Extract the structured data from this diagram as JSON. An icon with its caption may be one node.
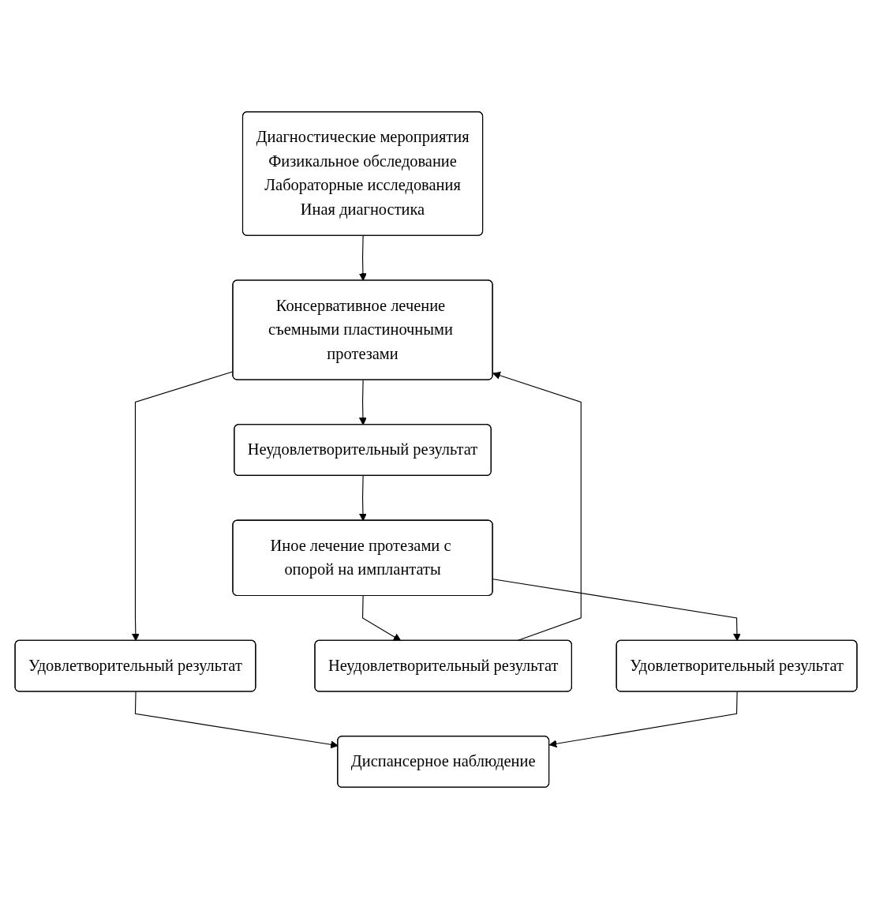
{
  "diagram": {
    "nodes": [
      {
        "text": [
          "Диагностические мероприятия",
          "Физикальное обследование",
          "Лабораторные исследования",
          "Иная диагностика"
        ]
      },
      {
        "text": [
          "Консервативное лечение съемными пластиночными протезами"
        ]
      },
      {
        "text": [
          "Удовлетворительный результат"
        ]
      },
      {
        "text": [
          "Неудовлетворительный результат"
        ]
      },
      {
        "text": [
          "Иное лечение протезами с опорой на имплантаты"
        ]
      },
      {
        "text": [
          "Неудовлетворительный результат"
        ]
      },
      {
        "text": [
          "Удовлетворительный результат"
        ]
      },
      {
        "text": [
          "Диспансерное наблюдение"
        ]
      }
    ],
    "edges": [
      {
        "from": 0,
        "to": 1,
        "arrow": "to"
      },
      {
        "from": 1,
        "to": 2,
        "arrow": "to"
      },
      {
        "from": 1,
        "to": 3,
        "arrow": "to"
      },
      {
        "from": 3,
        "to": 4,
        "arrow": "to"
      },
      {
        "from": 4,
        "to": 5,
        "arrow": "to"
      },
      {
        "from": 4,
        "to": 6,
        "arrow": "to"
      },
      {
        "from": 5,
        "to": 1,
        "arrow": "to"
      },
      {
        "from": 2,
        "to": 7,
        "arrow": "to"
      },
      {
        "from": 6,
        "to": 7,
        "arrow": "to"
      }
    ]
  }
}
